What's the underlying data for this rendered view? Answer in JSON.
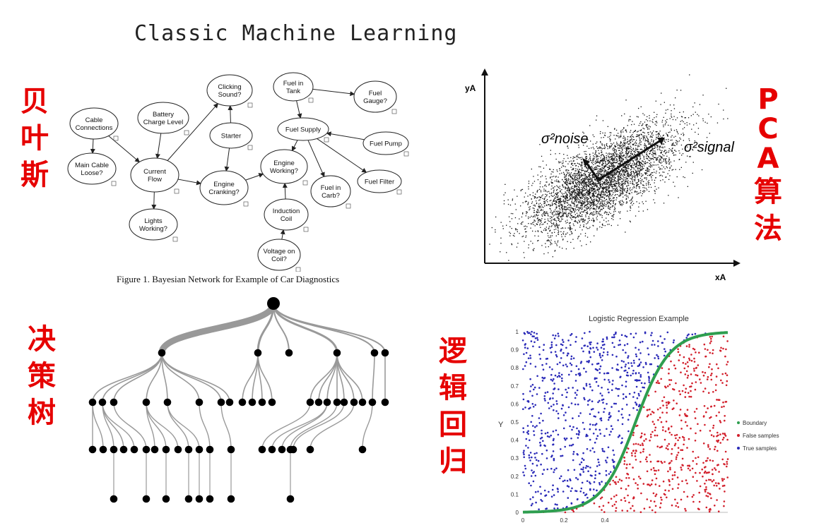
{
  "title": "Classic Machine Learning",
  "labels": {
    "bayes": [
      "贝",
      "叶",
      "斯"
    ],
    "pca": [
      "P",
      "C",
      "A",
      "算",
      "法"
    ],
    "tree": [
      "决",
      "策",
      "树"
    ],
    "logreg": [
      "逻",
      "辑",
      "回",
      "归"
    ]
  },
  "bayes_net": {
    "caption": "Figure 1. Bayesian Network for Example of Car Diagnostics",
    "nodes": [
      {
        "id": "cable",
        "lines": [
          "Cable",
          "Connections"
        ]
      },
      {
        "id": "battery",
        "lines": [
          "Battery",
          "Charge Level"
        ]
      },
      {
        "id": "clicking",
        "lines": [
          "Clicking",
          "Sound?"
        ]
      },
      {
        "id": "starter",
        "lines": [
          "Starter"
        ]
      },
      {
        "id": "fueltank",
        "lines": [
          "Fuel in",
          "Tank"
        ]
      },
      {
        "id": "fuelgauge",
        "lines": [
          "Fuel",
          "Gauge?"
        ]
      },
      {
        "id": "fuelsupply",
        "lines": [
          "Fuel Supply"
        ]
      },
      {
        "id": "fuelpump",
        "lines": [
          "Fuel Pump"
        ]
      },
      {
        "id": "maincable",
        "lines": [
          "Main Cable",
          "Loose?"
        ]
      },
      {
        "id": "currentflow",
        "lines": [
          "Current",
          "Flow"
        ]
      },
      {
        "id": "enginecrank",
        "lines": [
          "Engine",
          "Cranking?"
        ]
      },
      {
        "id": "engineworking",
        "lines": [
          "Engine",
          "Working?"
        ]
      },
      {
        "id": "fuelcarb",
        "lines": [
          "Fuel in",
          "Carb?"
        ]
      },
      {
        "id": "fuelfilter",
        "lines": [
          "Fuel Filter"
        ]
      },
      {
        "id": "lights",
        "lines": [
          "Lights",
          "Working?"
        ]
      },
      {
        "id": "induction",
        "lines": [
          "Induction",
          "Coil"
        ]
      },
      {
        "id": "voltage",
        "lines": [
          "Voltage on",
          "Coil?"
        ]
      }
    ]
  },
  "pca": {
    "ylabel": "yA",
    "xlabel": "xA",
    "noise_label": "σ²noise",
    "signal_label": "σ²signal"
  },
  "logreg": {
    "title": "Logistic Regression Example",
    "ylabel": "Y",
    "yticks": [
      "1",
      "0.9",
      "0.8",
      "0.7",
      "0.6",
      "0.5",
      "0.4",
      "0.3",
      "0.2",
      "0.1",
      "0"
    ],
    "xticks": [
      "0",
      "0.2",
      "0.4"
    ],
    "legend": [
      {
        "label": "Boundary",
        "color": "#2e9e4f"
      },
      {
        "label": "False samples",
        "color": "#d21f2b"
      },
      {
        "label": "True samples",
        "color": "#2a2ab8"
      }
    ]
  }
}
